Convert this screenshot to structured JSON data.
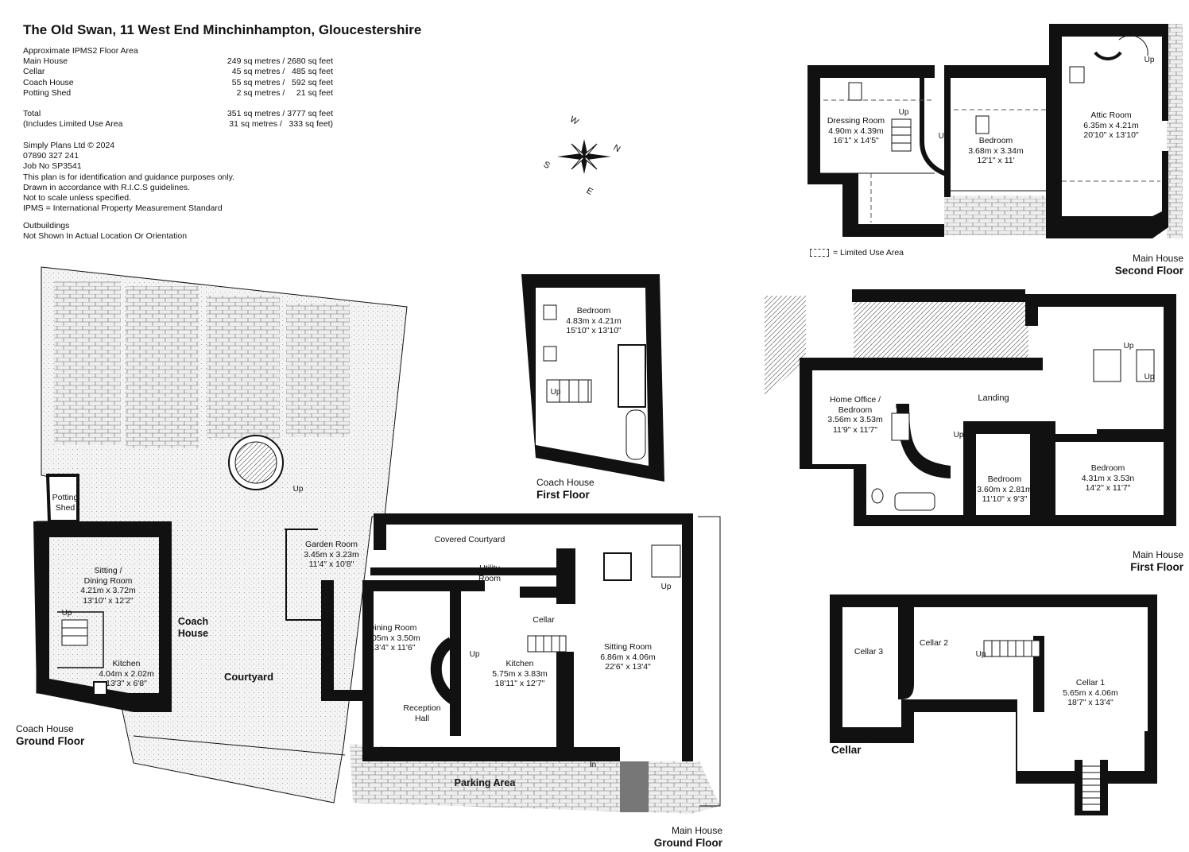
{
  "header": {
    "title": "The Old Swan, 11 West End Minchinhampton, Gloucestershire",
    "areas_heading": "Approximate IPMS2 Floor Area",
    "areas": [
      {
        "label": "Main House",
        "value": "249 sq metres / 2680 sq feet"
      },
      {
        "label": "Cellar",
        "value": "45 sq metres /   485 sq feet"
      },
      {
        "label": "Coach House",
        "value": "55 sq metres /   592 sq feet"
      },
      {
        "label": "Potting Shed",
        "value": "2 sq metres /     21 sq feet"
      }
    ],
    "total": {
      "label": "Total",
      "value": "351 sq metres / 3777 sq feet"
    },
    "limited": {
      "label": "(Includes Limited Use Area",
      "value": "31 sq metres /   333 sq feet)"
    },
    "notes": [
      "Simply Plans Ltd © 2024",
      "07890 327 241",
      "Job No SP3541",
      "This plan is for identification and guidance purposes only.",
      "Drawn in accordance with R.I.C.S guidelines.",
      "Not to scale unless specified.",
      "IPMS = International Property Measurement Standard"
    ],
    "outbuildings": [
      "Outbuildings",
      "Not Shown In Actual Location Or Orientation"
    ]
  },
  "compass": {
    "n": "N",
    "s": "S",
    "e": "E",
    "w": "W"
  },
  "legend": {
    "label": "= Limited Use Area"
  },
  "second_floor": {
    "caption": "Main House",
    "floor": "Second Floor",
    "dressing": [
      "Dressing Room",
      "4.90m x 4.39m",
      "16'1\" x 14'5\""
    ],
    "bedroom": [
      "Bedroom",
      "3.68m x 3.34m",
      "12'1\" x 11'"
    ],
    "attic": [
      "Attic Room",
      "6.35m x 4.21m",
      "20'10\" x 13'10\""
    ],
    "up": "Up"
  },
  "first_floor": {
    "caption": "Main House",
    "floor": "First Floor",
    "office": [
      "Home Office /",
      "Bedroom",
      "3.56m x 3.53m",
      "11'9\" x 11'7\""
    ],
    "landing": "Landing",
    "bed2": [
      "Bedroom",
      "3.60m x 2.81m",
      "11'10\" x 9'3\""
    ],
    "bed3": [
      "Bedroom",
      "4.31m x 3.53n",
      "14'2\" x 11'7\""
    ],
    "up": "Up"
  },
  "cellar": {
    "caption": "Main House",
    "floor": "Cellar",
    "cellar3": "Cellar 3",
    "cellar2": "Cellar 2",
    "cellar1": [
      "Cellar 1",
      "5.65m x 4.06m",
      "18'7\" x 13'4\""
    ],
    "up": "Up"
  },
  "coach_first": {
    "caption": "Coach House",
    "floor": "First Floor",
    "bedroom": [
      "Bedroom",
      "4.83m x 4.21m",
      "15'10\" x 13'10\""
    ],
    "up": "Up"
  },
  "coach_ground": {
    "caption": "Coach House",
    "floor": "Ground Floor",
    "potting": [
      "Potting",
      "Shed"
    ],
    "sitting": [
      "Sitting /",
      "Dining Room",
      "4.21m x 3.72m",
      "13'10\" x 12'2\""
    ],
    "kitchen": [
      "Kitchen",
      "4.04m x 2.02m",
      "13'3\" x 6'8\""
    ],
    "coach_house": [
      "Coach",
      "House"
    ],
    "up": "Up"
  },
  "ground_floor": {
    "caption": "Main House",
    "floor": "Ground Floor",
    "courtyard": "Courtyard",
    "garden": [
      "Garden Room",
      "3.45m x 3.23m",
      "11'4\" x 10'8\""
    ],
    "covered": "Covered Courtyard",
    "utility": [
      "Utility",
      "Room"
    ],
    "dining": [
      "Dining Room",
      "4.05m x 3.50m",
      "13'4\" x 11'6\""
    ],
    "cellar": "Cellar",
    "kitchen": [
      "Kitchen",
      "5.75m x 3.83m",
      "18'11\" x 12'7\""
    ],
    "sitting": [
      "Sitting Room",
      "6.86m x 4.06m",
      "22'6\" x 13'4\""
    ],
    "reception": [
      "Reception",
      "Hall"
    ],
    "parking": "Parking Area",
    "in": "In",
    "up": "Up"
  }
}
